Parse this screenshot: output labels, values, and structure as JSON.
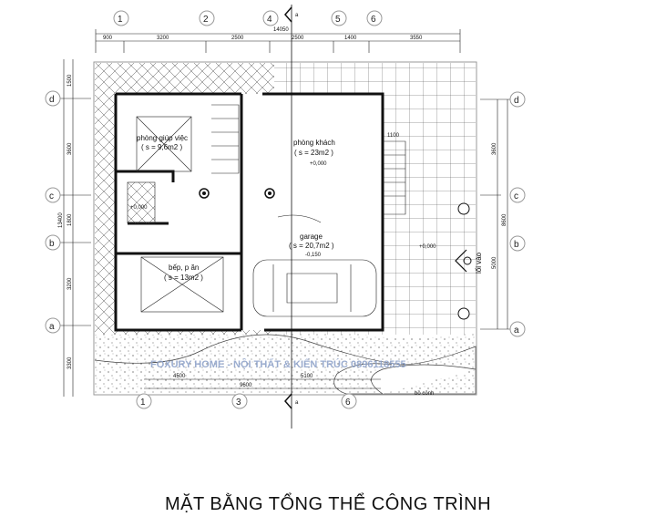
{
  "title": "MẶT BẰNG TỔNG THỂ CÔNG TRÌNH",
  "watermark": "FOXURY HOME - NỘI THẤT & KIẾN TRÚC 0896118555",
  "grid_top": [
    "1",
    "2",
    "4",
    "5",
    "6"
  ],
  "grid_bottom": [
    "1",
    "3",
    "6"
  ],
  "grid_rows": [
    "d",
    "c",
    "b",
    "a"
  ],
  "section_mark": "a",
  "dims_top": {
    "total": "14050",
    "parts": [
      "900",
      "3200",
      "2500",
      "2500",
      "1400",
      "3550"
    ]
  },
  "dims_left": {
    "total": "13400",
    "parts": [
      "1500",
      "3600",
      "1800",
      "3200",
      "3300"
    ]
  },
  "dims_right": {
    "total": "8600",
    "parts": [
      "3600",
      "5000"
    ]
  },
  "dims_bottom": [
    "4500",
    "5100",
    "9600"
  ],
  "rooms": [
    {
      "name": "phòng giúp việc",
      "area": "( s = 9,6m2 )"
    },
    {
      "name": "phòng khách",
      "area": "( s = 23m2 )"
    },
    {
      "name": "bếp, p ăn",
      "area": "( s = 13m2 )"
    },
    {
      "name": "garage",
      "area": "( s = 20,7m2 )"
    }
  ],
  "levels": [
    "+0,000",
    "+0,000",
    "-0,150",
    "+0,000"
  ],
  "stair_dim": "1100",
  "entrance": "lối vào",
  "flowerbed": "bồ cỏnh"
}
